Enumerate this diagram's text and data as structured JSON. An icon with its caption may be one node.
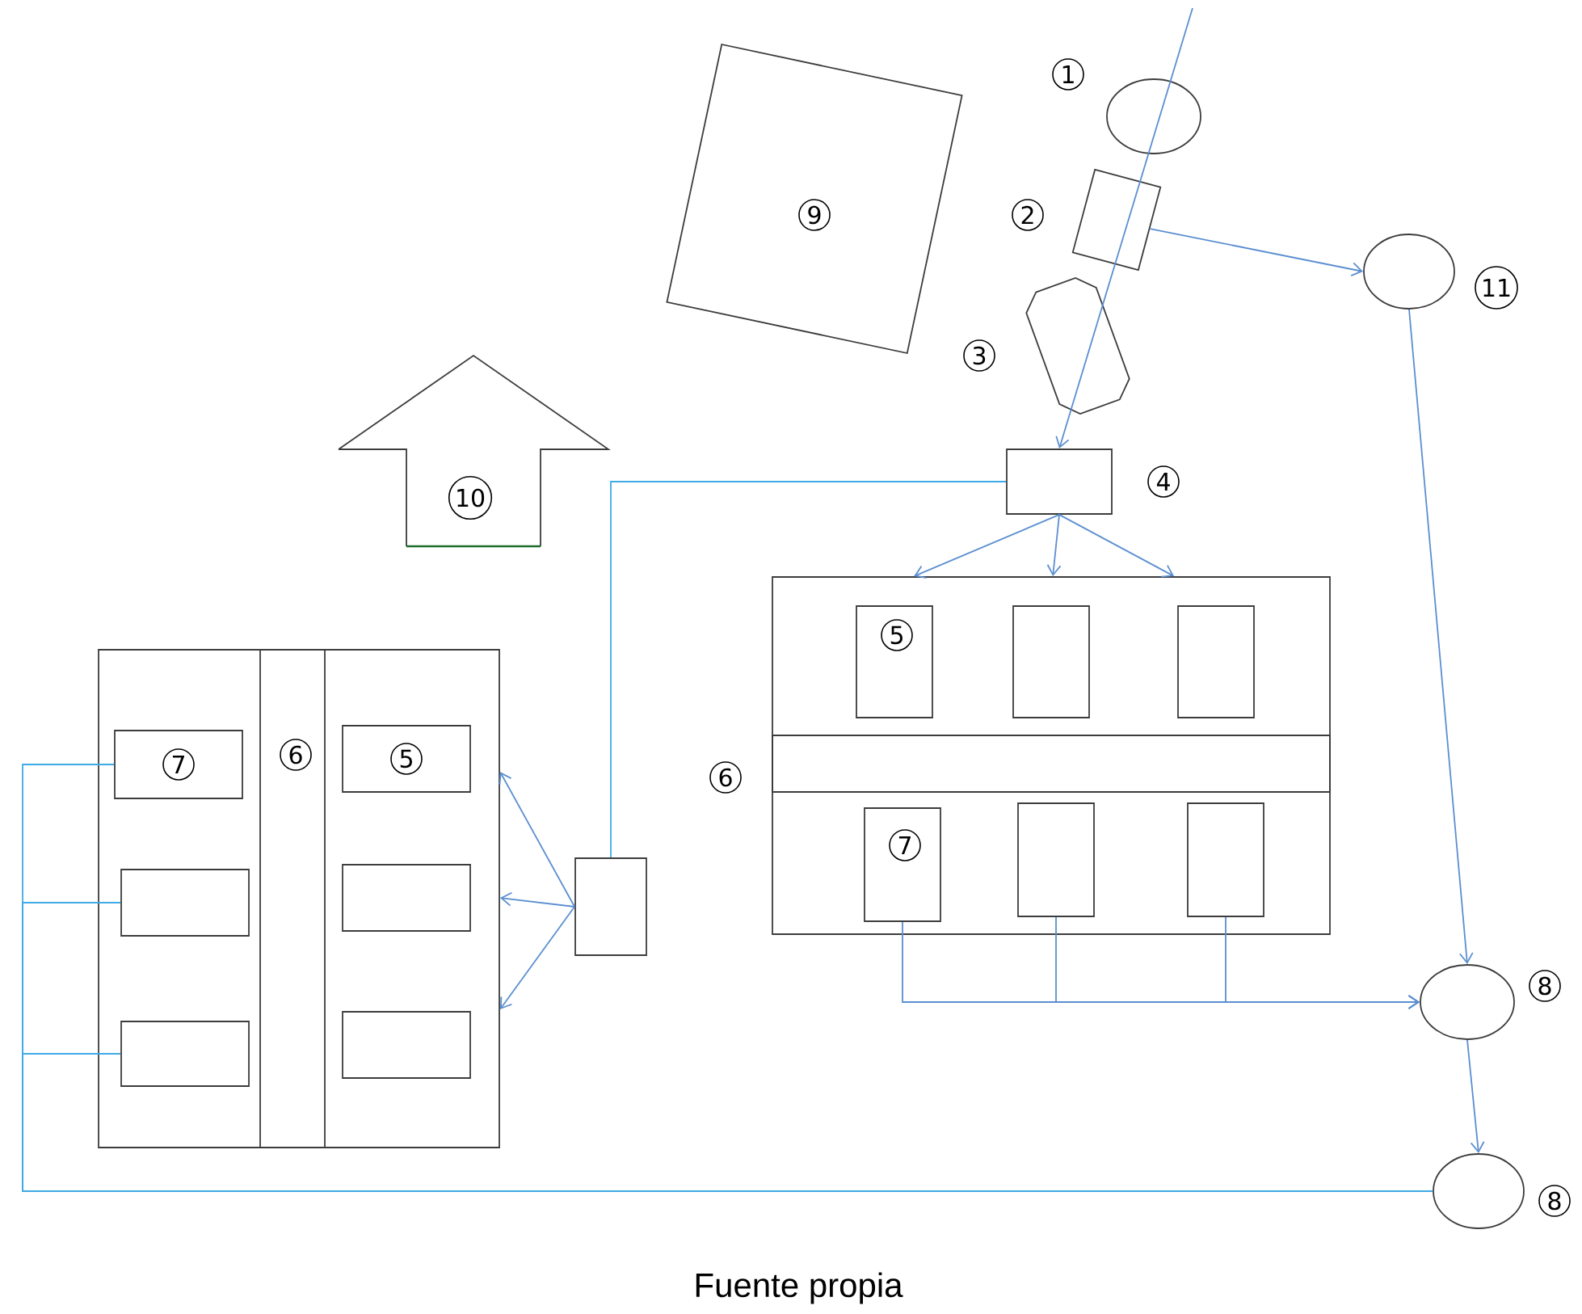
{
  "diagram": {
    "caption": "Fuente propia",
    "nodes": [
      {
        "text": [
          "1"
        ]
      },
      {
        "text": [
          "2"
        ]
      },
      {
        "text": [
          "3"
        ]
      },
      {
        "text": [
          "4"
        ]
      },
      {
        "text": [],
        "shape": "box"
      },
      {
        "text": [
          "6"
        ],
        "in": 4
      },
      {
        "text": [
          "5"
        ],
        "in": 4
      },
      {
        "text": [],
        "shape": "box",
        "in": 4
      },
      {
        "text": [],
        "shape": "box",
        "in": 4
      },
      {
        "text": [
          "7"
        ],
        "in": 4
      },
      {
        "text": [],
        "shape": "box",
        "in": 4
      },
      {
        "text": [],
        "shape": "box",
        "in": 4
      },
      {
        "text": [
          "11"
        ]
      },
      {
        "text": [
          "8"
        ]
      },
      {
        "text": [
          "8"
        ]
      },
      {
        "text": [
          "9"
        ]
      },
      {
        "text": [
          "10"
        ]
      },
      {
        "text": [],
        "shape": "box"
      },
      {
        "text": [
          "6"
        ],
        "in": 17
      },
      {
        "text": [
          "7"
        ],
        "in": 17
      },
      {
        "text": [],
        "shape": "box",
        "in": 17
      },
      {
        "text": [],
        "shape": "box",
        "in": 17
      },
      {
        "text": [
          "5"
        ],
        "in": 17
      },
      {
        "text": [],
        "shape": "box",
        "in": 17
      },
      {
        "text": [],
        "shape": "box",
        "in": 17
      },
      {
        "text": [],
        "shape": "box"
      }
    ],
    "edges": [
      {
        "from": null,
        "to": 3,
        "arrow": "to"
      },
      {
        "from": 1,
        "to": 12,
        "arrow": "to"
      },
      {
        "from": 3,
        "to": 4,
        "arrow": "to"
      },
      {
        "from": 3,
        "to": 4,
        "arrow": "to"
      },
      {
        "from": 3,
        "to": 4,
        "arrow": "to"
      },
      {
        "from": 3,
        "to": 25,
        "arrow": "none",
        "color": "#3eaae6"
      },
      {
        "from": 25,
        "to": 17,
        "arrow": "to"
      },
      {
        "from": 25,
        "to": 17,
        "arrow": "to"
      },
      {
        "from": 25,
        "to": 17,
        "arrow": "to"
      },
      {
        "from": 9,
        "to": 13,
        "arrow": "to"
      },
      {
        "from": 10,
        "to": 13,
        "arrow": "to"
      },
      {
        "from": 11,
        "to": 13,
        "arrow": "to"
      },
      {
        "from": 12,
        "to": 13,
        "arrow": "to"
      },
      {
        "from": 13,
        "to": 14,
        "arrow": "to"
      },
      {
        "from": 19,
        "to": 14,
        "arrow": "none",
        "color": "#3eaae6"
      },
      {
        "from": 20,
        "to": 14,
        "arrow": "none",
        "color": "#3eaae6"
      },
      {
        "from": 21,
        "to": 14,
        "arrow": "none",
        "color": "#3eaae6"
      }
    ]
  }
}
